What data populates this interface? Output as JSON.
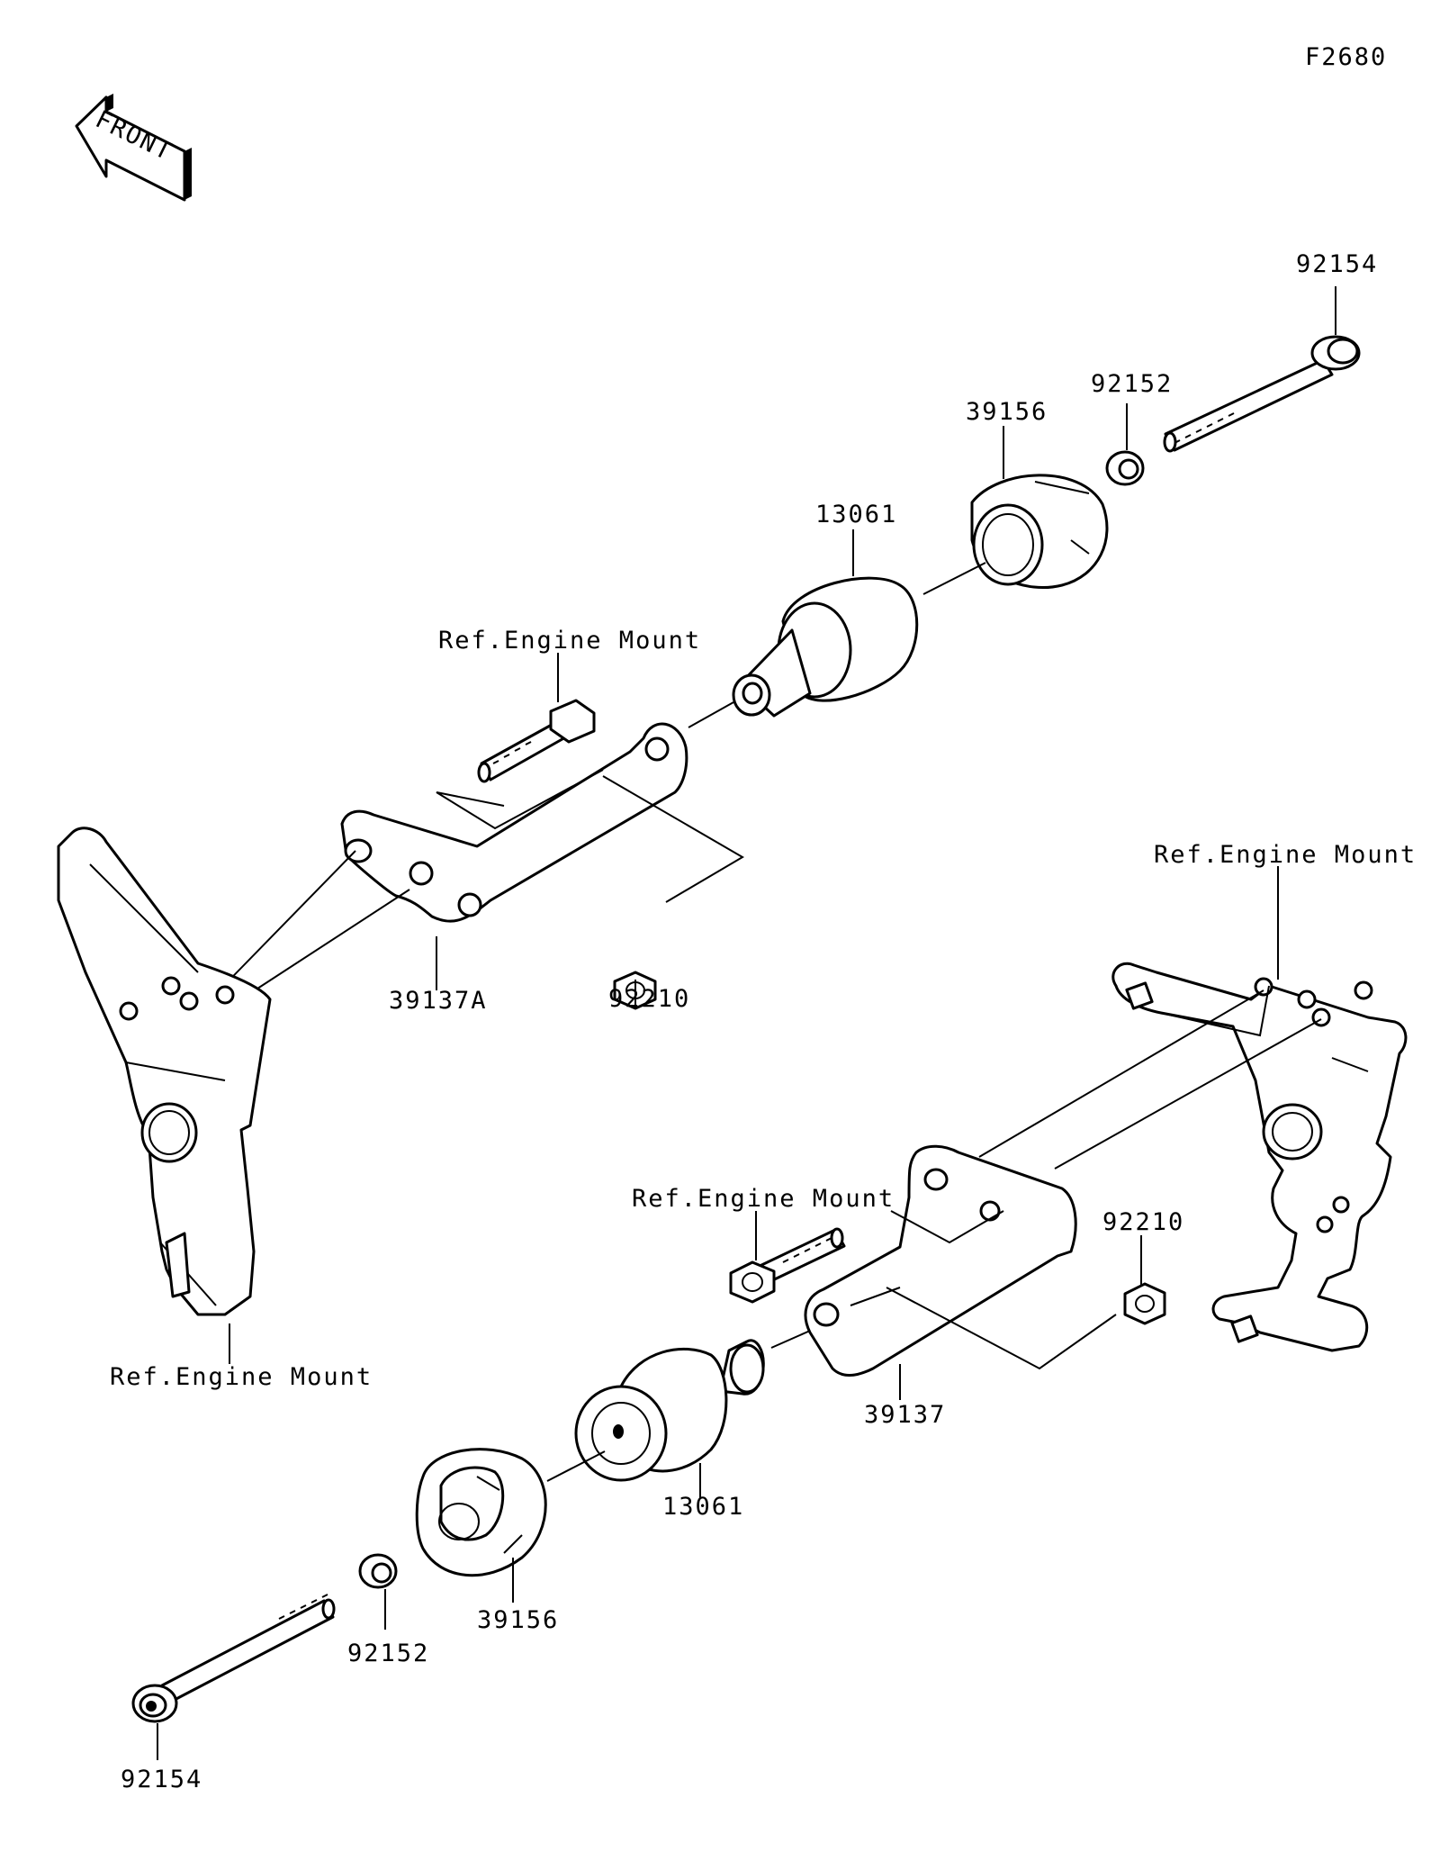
{
  "figure_code": "F2680",
  "front_label": "FRONT",
  "labels": {
    "bolt_top_right": "92154",
    "washer_top": "92152",
    "slider_cap_top": "39156",
    "slider_top": "13061",
    "ref_engine_mount_upper": "Ref.Engine Mount",
    "bracket_left": "39137A",
    "nut_left": "92210",
    "ref_engine_mount_left": "Ref.Engine Mount",
    "ref_engine_mount_right": "Ref.Engine Mount",
    "ref_engine_mount_middle": "Ref.Engine Mount",
    "nut_right": "92210",
    "bracket_right": "39137",
    "slider_bottom": "13061",
    "slider_cap_bottom": "39156",
    "washer_bottom": "92152",
    "bolt_bottom_left": "92154"
  }
}
